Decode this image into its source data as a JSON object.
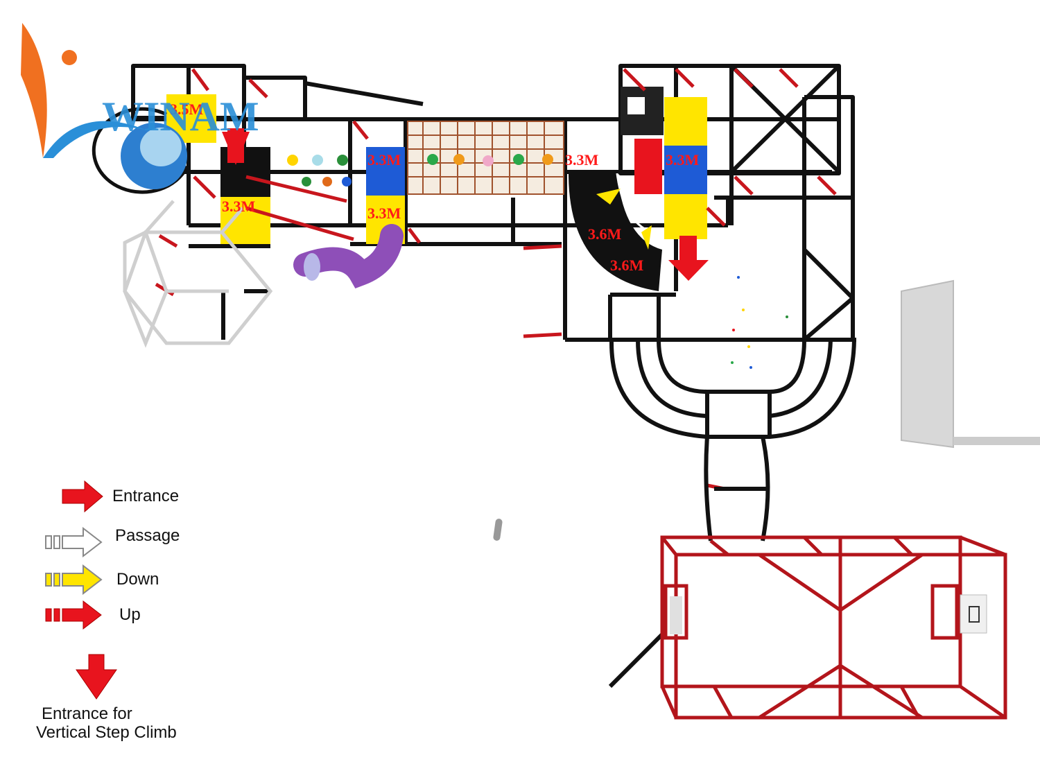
{
  "brand": {
    "logo_text": "WINAM"
  },
  "colors": {
    "frame": "#111111",
    "brace": "#c8161d",
    "yellow": "#ffe500",
    "blue": "#1e5bd6",
    "red": "#e8141e",
    "purple": "#8e4fb8",
    "slide_blue": "#2d7fd0",
    "court": "#b3151b",
    "logo_orange": "#f07020",
    "logo_blue": "#2a8fd8"
  },
  "height_labels": {
    "l1": "3.5M",
    "l2": "3.3M",
    "l3": "3.3M",
    "l4": "3.3M",
    "l5": "3.3M",
    "l6": "3.3M",
    "l7": "3.6M",
    "l8": "3.6M"
  },
  "legend": {
    "entrance": "Entrance",
    "passage": "Passage",
    "down": "Down",
    "up": "Up",
    "vertical_line1": "Entrance for",
    "vertical_line2": "Vertical Step Climb"
  }
}
